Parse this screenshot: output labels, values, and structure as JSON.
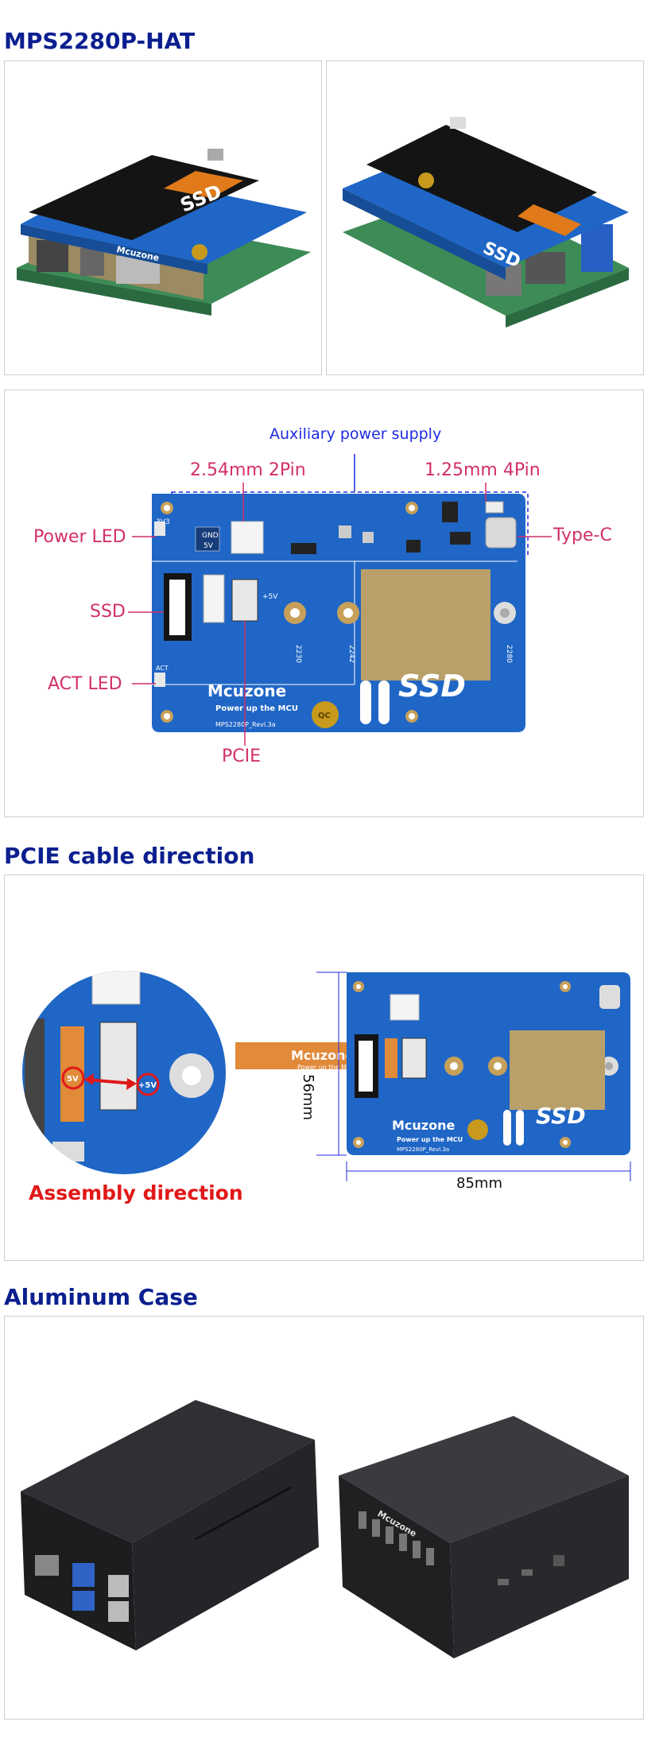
{
  "sections": {
    "hat": {
      "title": "MPS2280P-HAT"
    },
    "diagram": {
      "aux_power": "Auxiliary power supply",
      "pin2": "2.54mm 2Pin",
      "pin4": "1.25mm 4Pin",
      "power_led": "Power LED",
      "type_c": "Type-C",
      "ssd": "SSD",
      "act_led": "ACT LED",
      "pcie": "PCIE",
      "board": {
        "brand": "Mcuzone",
        "tagline": "Power up the MCU",
        "model": "MPS2280P_Revl.3a",
        "ssd_print": "SSD",
        "gnd": "GND",
        "v5": "5V",
        "v33": "3V3",
        "act": "ACT",
        "plus5v": "+5V",
        "m2230": "2230",
        "m2242": "2242",
        "m2280": "2280",
        "qc": "QC"
      }
    },
    "pcie": {
      "title": "PCIE cable direction",
      "assembly": "Assembly direction",
      "height": "56mm",
      "width": "85mm",
      "cable_brand": "Mcuzone",
      "cable_tag": "Power up the M",
      "dot_5v": "5V",
      "dot_plus5v": "+5V"
    },
    "case": {
      "title": "Aluminum Case",
      "brand": "Mcuzone"
    }
  },
  "colors": {
    "heading": "#0b1f8f",
    "board": "#1f66c6",
    "pink": "#d22f6b",
    "blue": "#1f2be0",
    "red": "#e11818"
  }
}
